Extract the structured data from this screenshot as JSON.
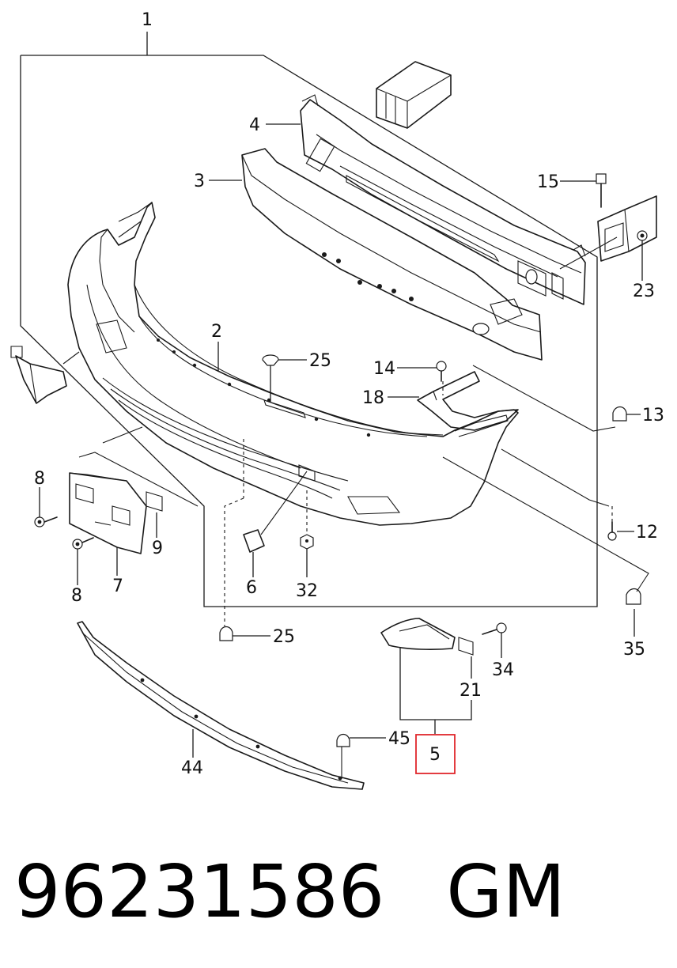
{
  "callouts": {
    "c1": "1",
    "c2": "2",
    "c3": "3",
    "c4": "4",
    "c5": "5",
    "c6": "6",
    "c7": "7",
    "c8a": "8",
    "c8b": "8",
    "c9": "9",
    "c12": "12",
    "c13": "13",
    "c14": "14",
    "c15": "15",
    "c18": "18",
    "c21": "21",
    "c23": "23",
    "c25a": "25",
    "c25b": "25",
    "c32": "32",
    "c34": "34",
    "c35": "35",
    "c44": "44",
    "c45": "45"
  },
  "highlight": {
    "callout": "5",
    "color": "#e0262b"
  },
  "footer": {
    "part_number": "96231586",
    "brand": "GM"
  }
}
